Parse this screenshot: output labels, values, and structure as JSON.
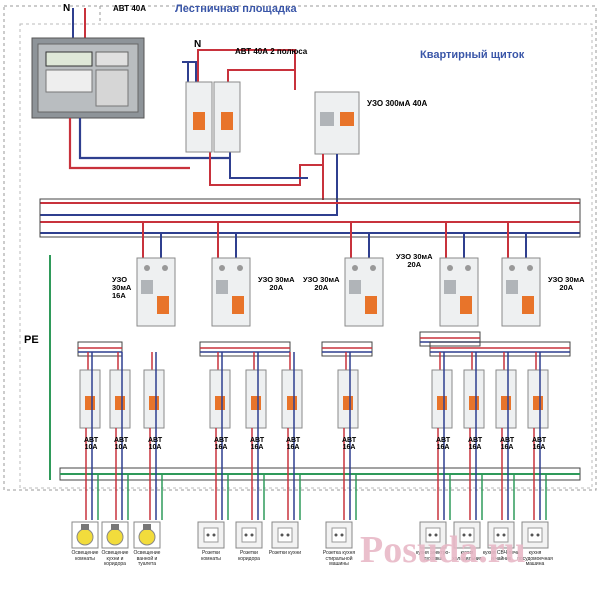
{
  "texts": {
    "n_top": "N",
    "avt_top": "АВТ 40А",
    "stair": "Лестничная площадка",
    "n_mid": "N",
    "avt_2p": "АВТ 40А 2 полюса",
    "panel": "Квартирный щиток",
    "uzo_main": "УЗО 300мА 40А",
    "uzo1": "УЗО\n30мА\n16А",
    "uzo2": "УЗО 30мА\n20А",
    "uzo3": "УЗО 30мА\n20А",
    "uzo4": "УЗО 30мА\n20А",
    "uzo5": "УЗО 30мА\n20А",
    "pe": "PE",
    "watermark": "Posuda.ru"
  },
  "breakers": [
    {
      "label": "АВТ\n10А"
    },
    {
      "label": "АВТ\n10А"
    },
    {
      "label": "АВТ\n10А"
    },
    {
      "label": "АВТ\n16А"
    },
    {
      "label": "АВТ\n16А"
    },
    {
      "label": "АВТ\n16А"
    },
    {
      "label": "АВТ\n16А"
    },
    {
      "label": "АВТ\n16А"
    },
    {
      "label": "АВТ\n16А"
    },
    {
      "label": "АВТ\n16А"
    },
    {
      "label": "АВТ\n16А"
    }
  ],
  "loads": [
    {
      "kind": "bulb",
      "caption": "Освещение комнаты"
    },
    {
      "kind": "bulb",
      "caption": "Освещение кухни и коридора"
    },
    {
      "kind": "bulb",
      "caption": "Освещение ванной и туалета"
    },
    {
      "kind": "socket",
      "caption": "Розетки комнаты"
    },
    {
      "kind": "socket",
      "caption": "Розетки коридора"
    },
    {
      "kind": "socket",
      "caption": "Розетки кухни"
    },
    {
      "kind": "socket",
      "caption": "Розетка кухня стиральной машины"
    },
    {
      "kind": "socket",
      "caption": "кухня электро-духовка"
    },
    {
      "kind": "socket",
      "caption": "кухня холодильник"
    },
    {
      "kind": "socket",
      "caption": "кухня СВЧ-печь и чайник"
    },
    {
      "kind": "socket",
      "caption": "кухня посудомоечная машина"
    }
  ],
  "colors": {
    "phase": "#c8323c",
    "neutral": "#2f3f8f",
    "pe": "#2f9a5a",
    "title": "#3a56a8",
    "breaker_toggle": "#e8742a",
    "watermark": "#e8b9c7"
  }
}
